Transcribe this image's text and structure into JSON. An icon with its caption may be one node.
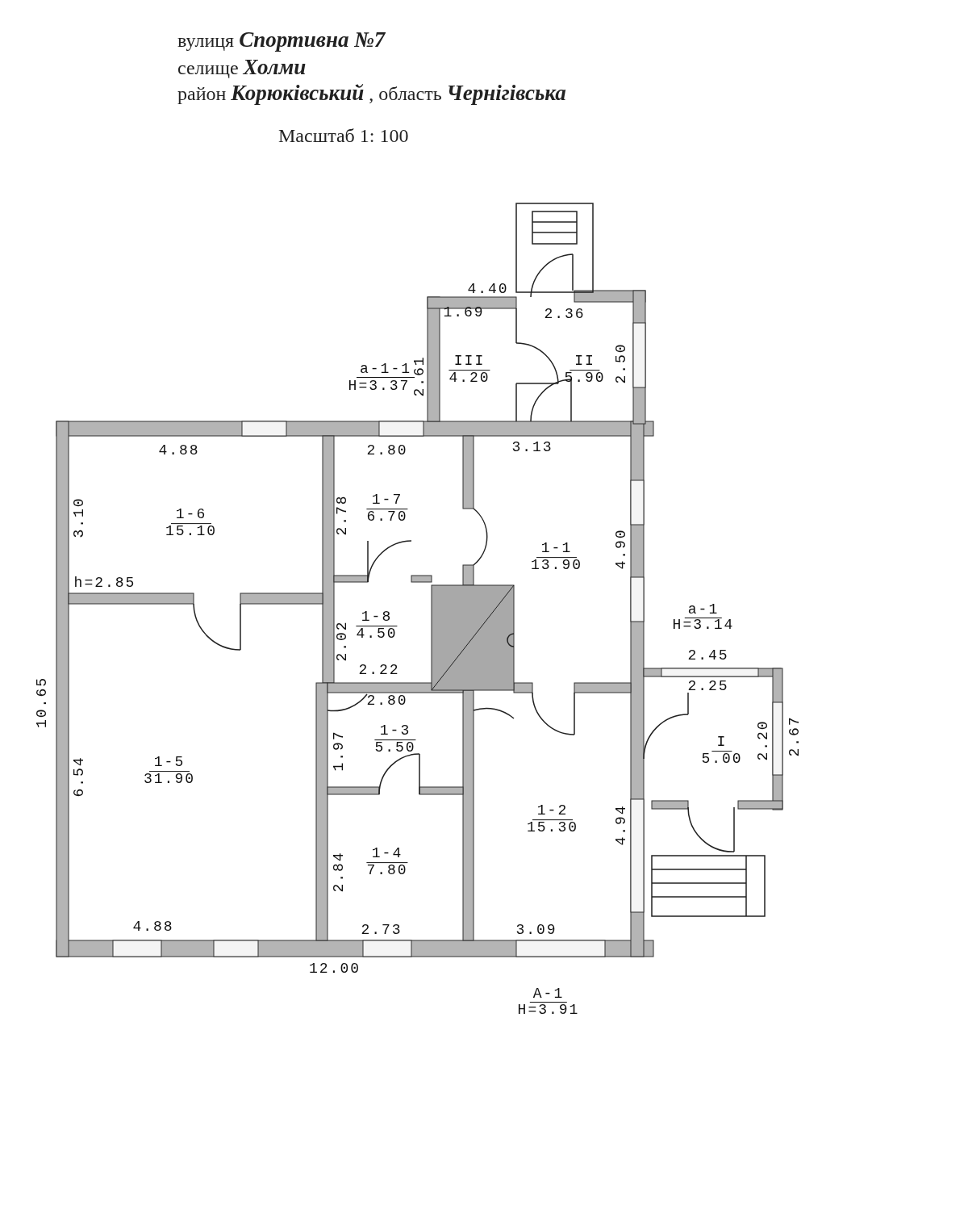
{
  "diagram": {
    "nodes": [
      {
        "text": [
          "III",
          "4.20"
        ]
      },
      {
        "text": [
          "II",
          "5.90"
        ]
      },
      {
        "text": [
          "1-6",
          "15.10"
        ]
      },
      {
        "text": [
          "1-7",
          "6.70"
        ]
      },
      {
        "text": [
          "1-1",
          "13.90"
        ]
      },
      {
        "text": [
          "1-8",
          "4.50"
        ]
      },
      {
        "text": [
          "I",
          "5.00"
        ]
      },
      {
        "text": [
          "1-5",
          "31.90"
        ]
      },
      {
        "text": [
          "1-3",
          "5.50"
        ]
      },
      {
        "text": [
          "1-2",
          "15.30"
        ]
      },
      {
        "text": [
          "1-4",
          "7.80"
        ]
      }
    ],
    "edges": [],
    "labels": [
      "вулиця **Спортивна  №7**",
      "селище **Холми**",
      "район **Корюківський** , область **Чернігівська**",
      "Масштаб 1: 100",
      "4.40",
      "1.69",
      "2.36",
      "а-1-1",
      "Н=3.37",
      "2.61",
      "2.50",
      "4.88",
      "2.80",
      "3.13",
      "3.10",
      "2.78",
      "4.90",
      "h=2.85",
      "2.02",
      "2.22",
      "а-1",
      "Н=3.14",
      "2.45",
      "2.25",
      "10.65",
      "2.80",
      "1.97",
      "2.20",
      "2.67",
      "6.54",
      "4.94",
      "2.84",
      "4.88",
      "2.73",
      "3.09",
      "12.00",
      "А-1",
      "Н=3.91"
    ]
  }
}
